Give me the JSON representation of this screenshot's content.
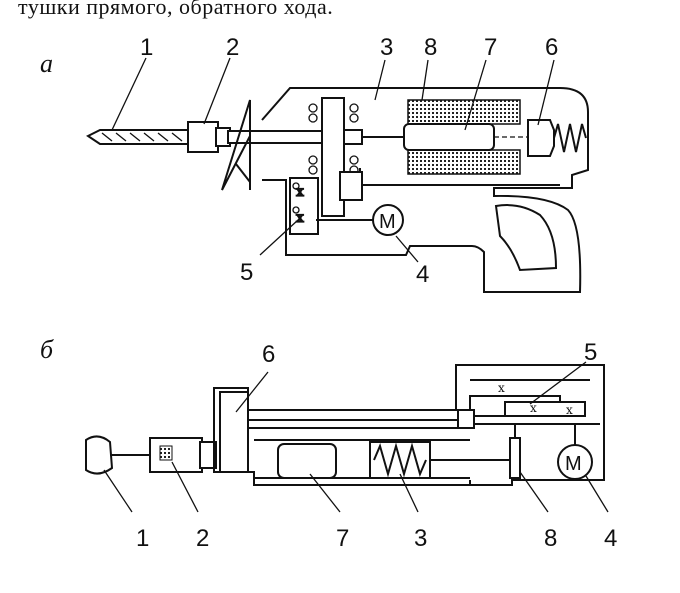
{
  "caption": "тушки прямого, обратного хода.",
  "diagram_a": {
    "letter": "a",
    "labels": [
      "1",
      "2",
      "3",
      "8",
      "7",
      "6",
      "5",
      "4"
    ],
    "motor_text": "M"
  },
  "diagram_b": {
    "letter": "б",
    "labels": [
      "6",
      "5",
      "1",
      "2",
      "7",
      "3",
      "8",
      "4"
    ],
    "motor_text": "M"
  }
}
